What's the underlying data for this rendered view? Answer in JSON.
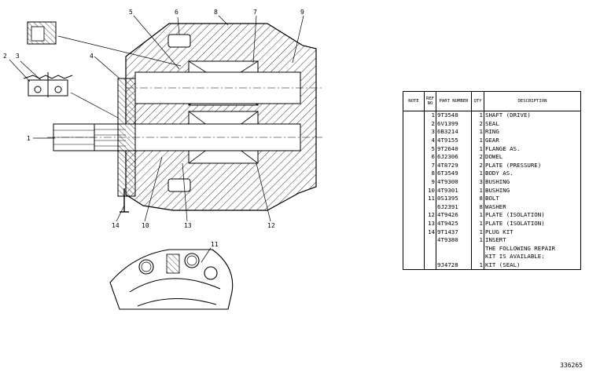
{
  "diagram": {
    "callouts": [
      "1",
      "2",
      "3",
      "4",
      "5",
      "6",
      "7",
      "8",
      "9",
      "10",
      "11",
      "12",
      "13",
      "14"
    ]
  },
  "table": {
    "headers": [
      "NOTE",
      "REF NO",
      "PART NUMBER",
      "QTY",
      "DESCRIPTION"
    ],
    "rows": [
      {
        "note": "",
        "ref": "1",
        "part": "9T3548",
        "qty": "1",
        "desc": "SHAFT (DRIVE)"
      },
      {
        "note": "",
        "ref": "2",
        "part": "6V1399",
        "qty": "2",
        "desc": "SEAL"
      },
      {
        "note": "",
        "ref": "3",
        "part": "6B3214",
        "qty": "1",
        "desc": "RING"
      },
      {
        "note": "",
        "ref": "4",
        "part": "4T9155",
        "qty": "1",
        "desc": "GEAR"
      },
      {
        "note": "",
        "ref": "5",
        "part": "9T2640",
        "qty": "1",
        "desc": "FLANGE AS."
      },
      {
        "note": "",
        "ref": "6",
        "part": "6J2306",
        "qty": "2",
        "desc": "DOWEL"
      },
      {
        "note": "",
        "ref": "7",
        "part": "4T8729",
        "qty": "2",
        "desc": "PLATE (PRESSURE)"
      },
      {
        "note": "",
        "ref": "8",
        "part": "6T3549",
        "qty": "1",
        "desc": "BODY AS."
      },
      {
        "note": "",
        "ref": "9",
        "part": "4T9300",
        "qty": "3",
        "desc": "BUSHING"
      },
      {
        "note": "",
        "ref": "10",
        "part": "4T9301",
        "qty": "1",
        "desc": "BUSHING"
      },
      {
        "note": "",
        "ref": "11",
        "part": "0S1395",
        "qty": "8",
        "desc": "BOLT"
      },
      {
        "note": "",
        "ref": "",
        "part": "6J2391",
        "qty": "8",
        "desc": "WASHER"
      },
      {
        "note": "",
        "ref": "12",
        "part": "4T9426",
        "qty": "1",
        "desc": "PLATE (ISOLATION)"
      },
      {
        "note": "",
        "ref": "13",
        "part": "4T9425",
        "qty": "1",
        "desc": "PLATE (ISOLATION)"
      },
      {
        "note": "",
        "ref": "14",
        "part": "9T1437",
        "qty": "1",
        "desc": "PLUG KIT"
      },
      {
        "note": "",
        "ref": "",
        "part": "4T9380",
        "qty": "1",
        "desc": "INSERT"
      },
      {
        "note": "",
        "ref": "",
        "part": "",
        "qty": "",
        "desc": "THE FOLLOWING REPAIR"
      },
      {
        "note": "",
        "ref": "",
        "part": "",
        "qty": "",
        "desc": "KIT IS AVAILABLE:"
      },
      {
        "note": "",
        "ref": "",
        "part": "9J4728",
        "qty": "1",
        "desc": "KIT (SEAL)"
      }
    ]
  },
  "drawing_number": "336265"
}
